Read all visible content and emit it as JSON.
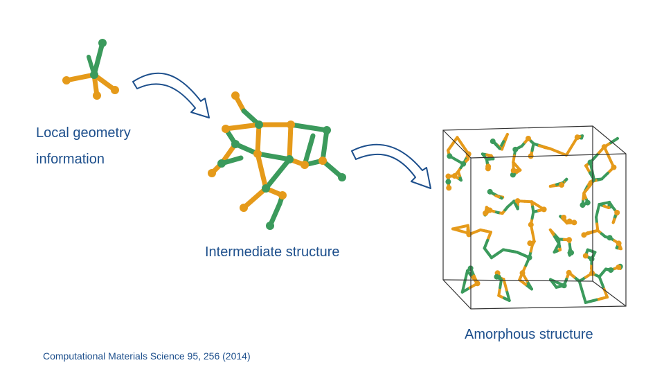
{
  "labels": {
    "local_line1": "Local geometry",
    "local_line2": "information",
    "intermediate": "Intermediate structure",
    "amorphous": "Amorphous structure"
  },
  "citation": "Computational Materials Science 95, 256 (2014)",
  "colors": {
    "atom_a": "#3b9a5c",
    "atom_b": "#e59a1a",
    "arrow": "#1d4f8c",
    "text": "#1d4f8c",
    "box": "#333333"
  },
  "icons": {
    "tetrahedral_unit": "tetrahedral-molecule",
    "intermediate_cluster": "cage-cluster-molecule",
    "amorphous_box": "amorphous-network-box",
    "arrow_1": "curved-arrow",
    "arrow_2": "curved-arrow"
  }
}
